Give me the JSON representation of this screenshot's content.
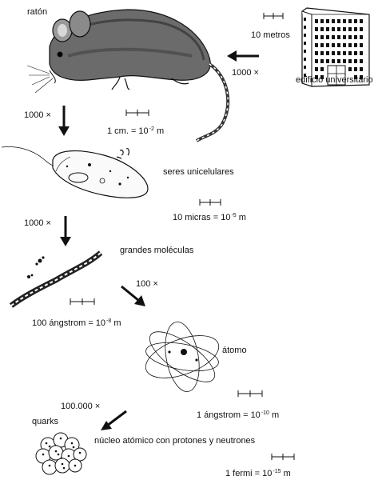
{
  "labels": {
    "raton": "ratón",
    "building_scale": "10 metros",
    "building": "edificio universitario",
    "mult_building": "1000 ×",
    "mult_mouse": "1000 ×",
    "cm_base": "1 cm. = 10",
    "cm_exp": "-2",
    "cm_unit": " m",
    "cells": "seres unicelulares",
    "micron_base": "10 micras = 10",
    "micron_exp": "-5",
    "micron_unit": " m",
    "mult_cells": "1000 ×",
    "molecules": "grandes moléculas",
    "mult_molecules": "100 ×",
    "angstrom100_base": "100 ángstrom = 10",
    "angstrom100_exp": "-8",
    "angstrom100_unit": " m",
    "atom": "átomo",
    "angstrom1_base": "1 ángstrom = 10",
    "angstrom1_exp": "-10",
    "angstrom1_unit": " m",
    "mult_atom": "100.000 ×",
    "quarks": "quarks",
    "nucleus": "núcleo atómico con protones y neutrones",
    "fermi_base": "1 fermi = 10",
    "fermi_exp": "-15",
    "fermi_unit": " m"
  }
}
